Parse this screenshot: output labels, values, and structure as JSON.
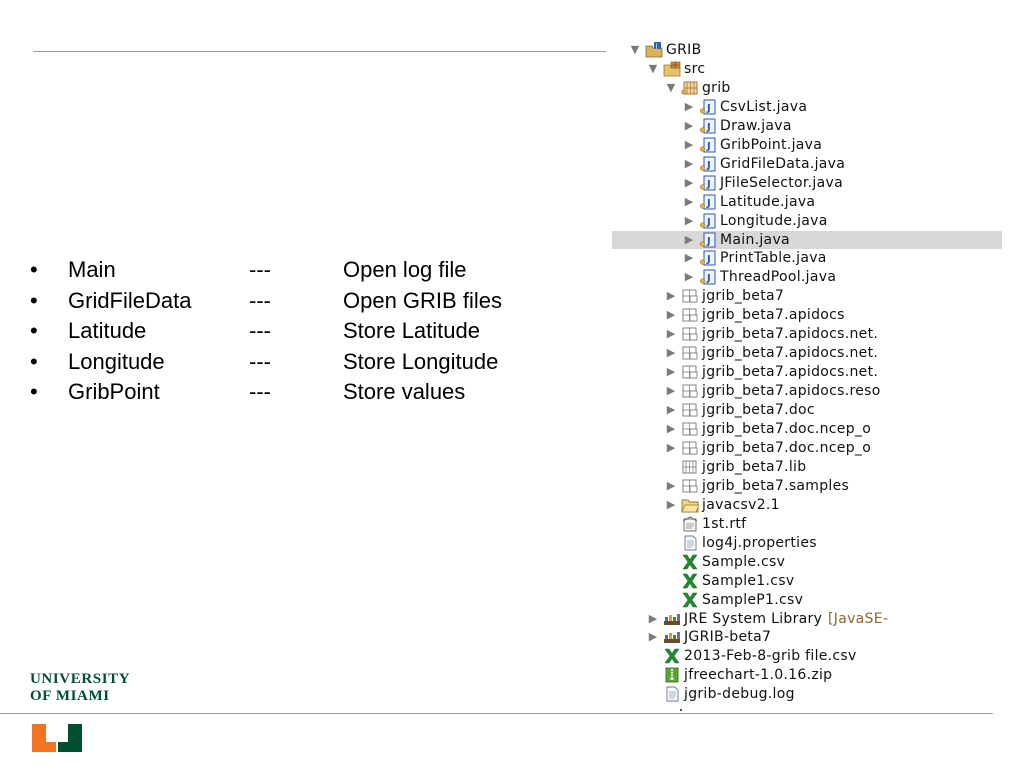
{
  "slide": {
    "bullets": [
      {
        "marker": "•",
        "name": "Main",
        "sep": "---",
        "desc": "Open log file"
      },
      {
        "marker": "•",
        "name": "GridFileData",
        "sep": "---",
        "desc": "Open GRIB files"
      },
      {
        "marker": "•",
        "name": "Latitude",
        "sep": "---",
        "desc": "Store Latitude"
      },
      {
        "marker": "•",
        "name": "Longitude",
        "sep": "---",
        "desc": "Store Longitude"
      },
      {
        "marker": "•",
        "name": "GribPoint",
        "sep": "---",
        "desc": "Store values"
      }
    ],
    "logo": {
      "line1": "UNIVERSITY",
      "line2": "OF MIAMI"
    }
  },
  "colors": {
    "logo_green": "#005030",
    "logo_orange": "#f47321",
    "selection": "#d8d8d8"
  },
  "tree": [
    {
      "label": "GRIB",
      "icon": "java-project-icon",
      "twisty": "expanded",
      "depth": 0
    },
    {
      "label": "src",
      "icon": "source-folder-icon",
      "twisty": "expanded",
      "depth": 1
    },
    {
      "label": "grib",
      "icon": "package-icon",
      "twisty": "expanded",
      "depth": 2
    },
    {
      "label": "CsvList.java",
      "icon": "java-file-icon",
      "twisty": "collapsed",
      "depth": 3
    },
    {
      "label": "Draw.java",
      "icon": "java-file-icon",
      "twisty": "collapsed",
      "depth": 3
    },
    {
      "label": "GribPoint.java",
      "icon": "java-file-icon",
      "twisty": "collapsed",
      "depth": 3
    },
    {
      "label": "GridFileData.java",
      "icon": "java-file-icon",
      "twisty": "collapsed",
      "depth": 3
    },
    {
      "label": "JFileSelector.java",
      "icon": "java-file-icon",
      "twisty": "collapsed",
      "depth": 3
    },
    {
      "label": "Latitude.java",
      "icon": "java-file-icon",
      "twisty": "collapsed",
      "depth": 3
    },
    {
      "label": "Longitude.java",
      "icon": "java-file-icon",
      "twisty": "collapsed",
      "depth": 3
    },
    {
      "label": "Main.java",
      "icon": "java-file-icon",
      "twisty": "collapsed",
      "depth": 3,
      "selected": true
    },
    {
      "label": "PrintTable.java",
      "icon": "java-file-icon",
      "twisty": "collapsed",
      "depth": 3
    },
    {
      "label": "ThreadPool.java",
      "icon": "java-file-icon",
      "twisty": "collapsed",
      "depth": 3
    },
    {
      "label": "jgrib_beta7",
      "icon": "package-folder-icon",
      "twisty": "collapsed",
      "depth": 2
    },
    {
      "label": "jgrib_beta7.apidocs",
      "icon": "package-folder-icon",
      "twisty": "collapsed",
      "depth": 2
    },
    {
      "label": "jgrib_beta7.apidocs.net.",
      "icon": "package-folder-icon",
      "twisty": "collapsed",
      "depth": 2
    },
    {
      "label": "jgrib_beta7.apidocs.net.",
      "icon": "package-folder-icon",
      "twisty": "collapsed",
      "depth": 2
    },
    {
      "label": "jgrib_beta7.apidocs.net.",
      "icon": "package-folder-icon",
      "twisty": "collapsed",
      "depth": 2
    },
    {
      "label": "jgrib_beta7.apidocs.reso",
      "icon": "package-folder-icon",
      "twisty": "collapsed",
      "depth": 2
    },
    {
      "label": "jgrib_beta7.doc",
      "icon": "package-folder-icon",
      "twisty": "collapsed",
      "depth": 2
    },
    {
      "label": "jgrib_beta7.doc.ncep_o",
      "icon": "package-folder-icon",
      "twisty": "collapsed",
      "depth": 2
    },
    {
      "label": "jgrib_beta7.doc.ncep_o",
      "icon": "package-folder-icon",
      "twisty": "collapsed",
      "depth": 2
    },
    {
      "label": "jgrib_beta7.lib",
      "icon": "empty-package-icon",
      "twisty": "none",
      "depth": 2
    },
    {
      "label": "jgrib_beta7.samples",
      "icon": "package-folder-icon",
      "twisty": "collapsed",
      "depth": 2
    },
    {
      "label": "javacsv2.1",
      "icon": "folder-icon",
      "twisty": "collapsed",
      "depth": 2
    },
    {
      "label": "1st.rtf",
      "icon": "rtf-file-icon",
      "twisty": "none",
      "depth": 2
    },
    {
      "label": "log4j.properties",
      "icon": "text-file-icon",
      "twisty": "none",
      "depth": 2
    },
    {
      "label": "Sample.csv",
      "icon": "excel-file-icon",
      "twisty": "none",
      "depth": 2
    },
    {
      "label": "Sample1.csv",
      "icon": "excel-file-icon",
      "twisty": "none",
      "depth": 2
    },
    {
      "label": "SampleP1.csv",
      "icon": "excel-file-icon",
      "twisty": "none",
      "depth": 2
    },
    {
      "label": "JRE System Library",
      "suffix": "[JavaSE-",
      "icon": "library-icon",
      "twisty": "collapsed",
      "depth": 1
    },
    {
      "label": "JGRIB-beta7",
      "icon": "library-icon",
      "twisty": "collapsed",
      "depth": 1
    },
    {
      "label": "2013-Feb-8-grib file.csv",
      "icon": "excel-file-icon",
      "twisty": "none",
      "depth": 1
    },
    {
      "label": "jfreechart-1.0.16.zip",
      "icon": "zip-file-icon",
      "twisty": "none",
      "depth": 1
    },
    {
      "label": "jgrib-debug.log",
      "icon": "text-file-icon",
      "twisty": "none",
      "depth": 1
    }
  ]
}
